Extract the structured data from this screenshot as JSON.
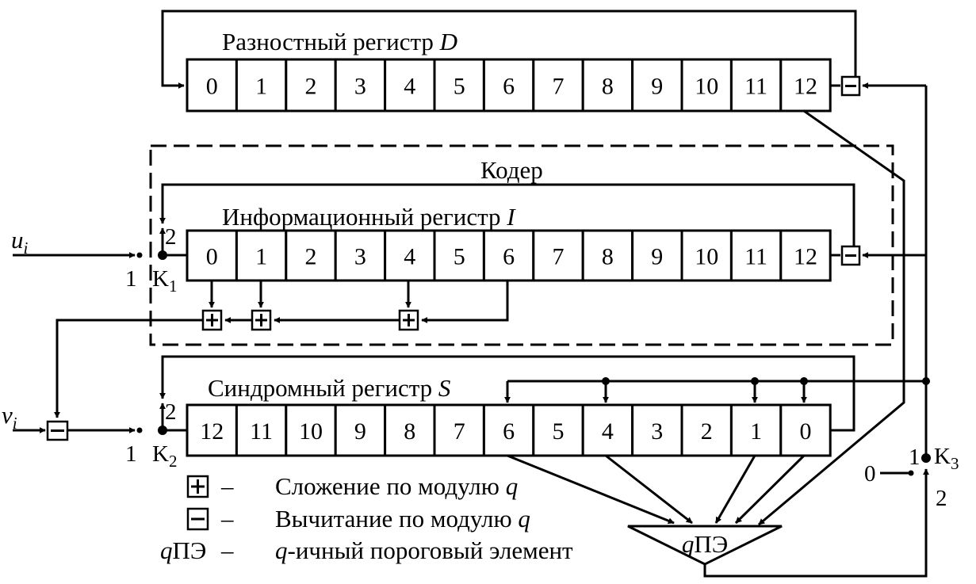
{
  "registers": {
    "difference": {
      "title_prefix": "Разностный регистр ",
      "title_var": "D",
      "cells": [
        "0",
        "1",
        "2",
        "3",
        "4",
        "5",
        "6",
        "7",
        "8",
        "9",
        "10",
        "11",
        "12"
      ]
    },
    "information": {
      "title_prefix": "Информационный регистр ",
      "title_var": "I",
      "cells": [
        "0",
        "1",
        "2",
        "3",
        "4",
        "5",
        "6",
        "7",
        "8",
        "9",
        "10",
        "11",
        "12"
      ]
    },
    "syndrome": {
      "title_prefix": "Синдромный регистр ",
      "title_var": "S",
      "cells": [
        "12",
        "11",
        "10",
        "9",
        "8",
        "7",
        "6",
        "5",
        "4",
        "3",
        "2",
        "1",
        "0"
      ]
    }
  },
  "encoder": {
    "label": "Кодер"
  },
  "inputs": {
    "u": {
      "base": "u",
      "sub": "i"
    },
    "v": {
      "base": "v",
      "sub": "i"
    }
  },
  "switches": {
    "k1": {
      "base": "K",
      "sub": "1",
      "pos1": "1",
      "pos2": "2"
    },
    "k2": {
      "base": "K",
      "sub": "2",
      "pos1": "1",
      "pos2": "2"
    },
    "k3": {
      "base": "K",
      "sub": "3",
      "pos1": "1",
      "pos2": "2",
      "zero": "0"
    }
  },
  "threshold": {
    "label_q": "q",
    "label_rest": "ПЭ"
  },
  "legend": {
    "add": {
      "dash": "–",
      "text_prefix": "Сложение по модулю ",
      "text_var": "q"
    },
    "sub": {
      "dash": "–",
      "text_prefix": "Вычитание по модулю ",
      "text_var": "q"
    },
    "thr": {
      "key_q": "q",
      "key_rest": "ПЭ",
      "dash": "–",
      "text_var": "q",
      "text_rest": "-ичный пороговый элемент"
    }
  }
}
